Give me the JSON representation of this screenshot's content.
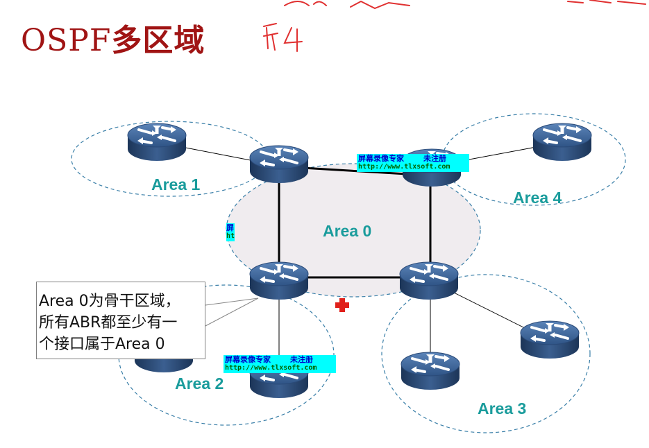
{
  "title": {
    "latin": "OSPF",
    "cjk": "多区域"
  },
  "areas": [
    {
      "id": "area1",
      "label": "Area 1"
    },
    {
      "id": "area0",
      "label": "Area 0"
    },
    {
      "id": "area2",
      "label": "Area 2"
    },
    {
      "id": "area3",
      "label": "Area 3"
    },
    {
      "id": "area4",
      "label": "Area 4"
    }
  ],
  "callout": {
    "lines": [
      "Area 0为骨干区域，",
      "所有ABR都至少有一",
      "个接口属于Area 0"
    ]
  },
  "watermark": {
    "line1_left": "屏幕录像专家",
    "line1_right": "未注册",
    "line2": "http://www.tlxsoft.com",
    "partial1": "屏",
    "partial2": "ht"
  },
  "colors": {
    "title": "#a01414",
    "area_label": "#1a9c9c",
    "backbone_fill": "#f0ecef",
    "dashed_border": "#3a7fa8",
    "router_top": "#3d6497",
    "router_side": "#24416b",
    "cursor": "#e0201a",
    "annotation_ink": "#e03030"
  },
  "icons": [
    "router-icon",
    "red-cross-cursor-icon"
  ]
}
